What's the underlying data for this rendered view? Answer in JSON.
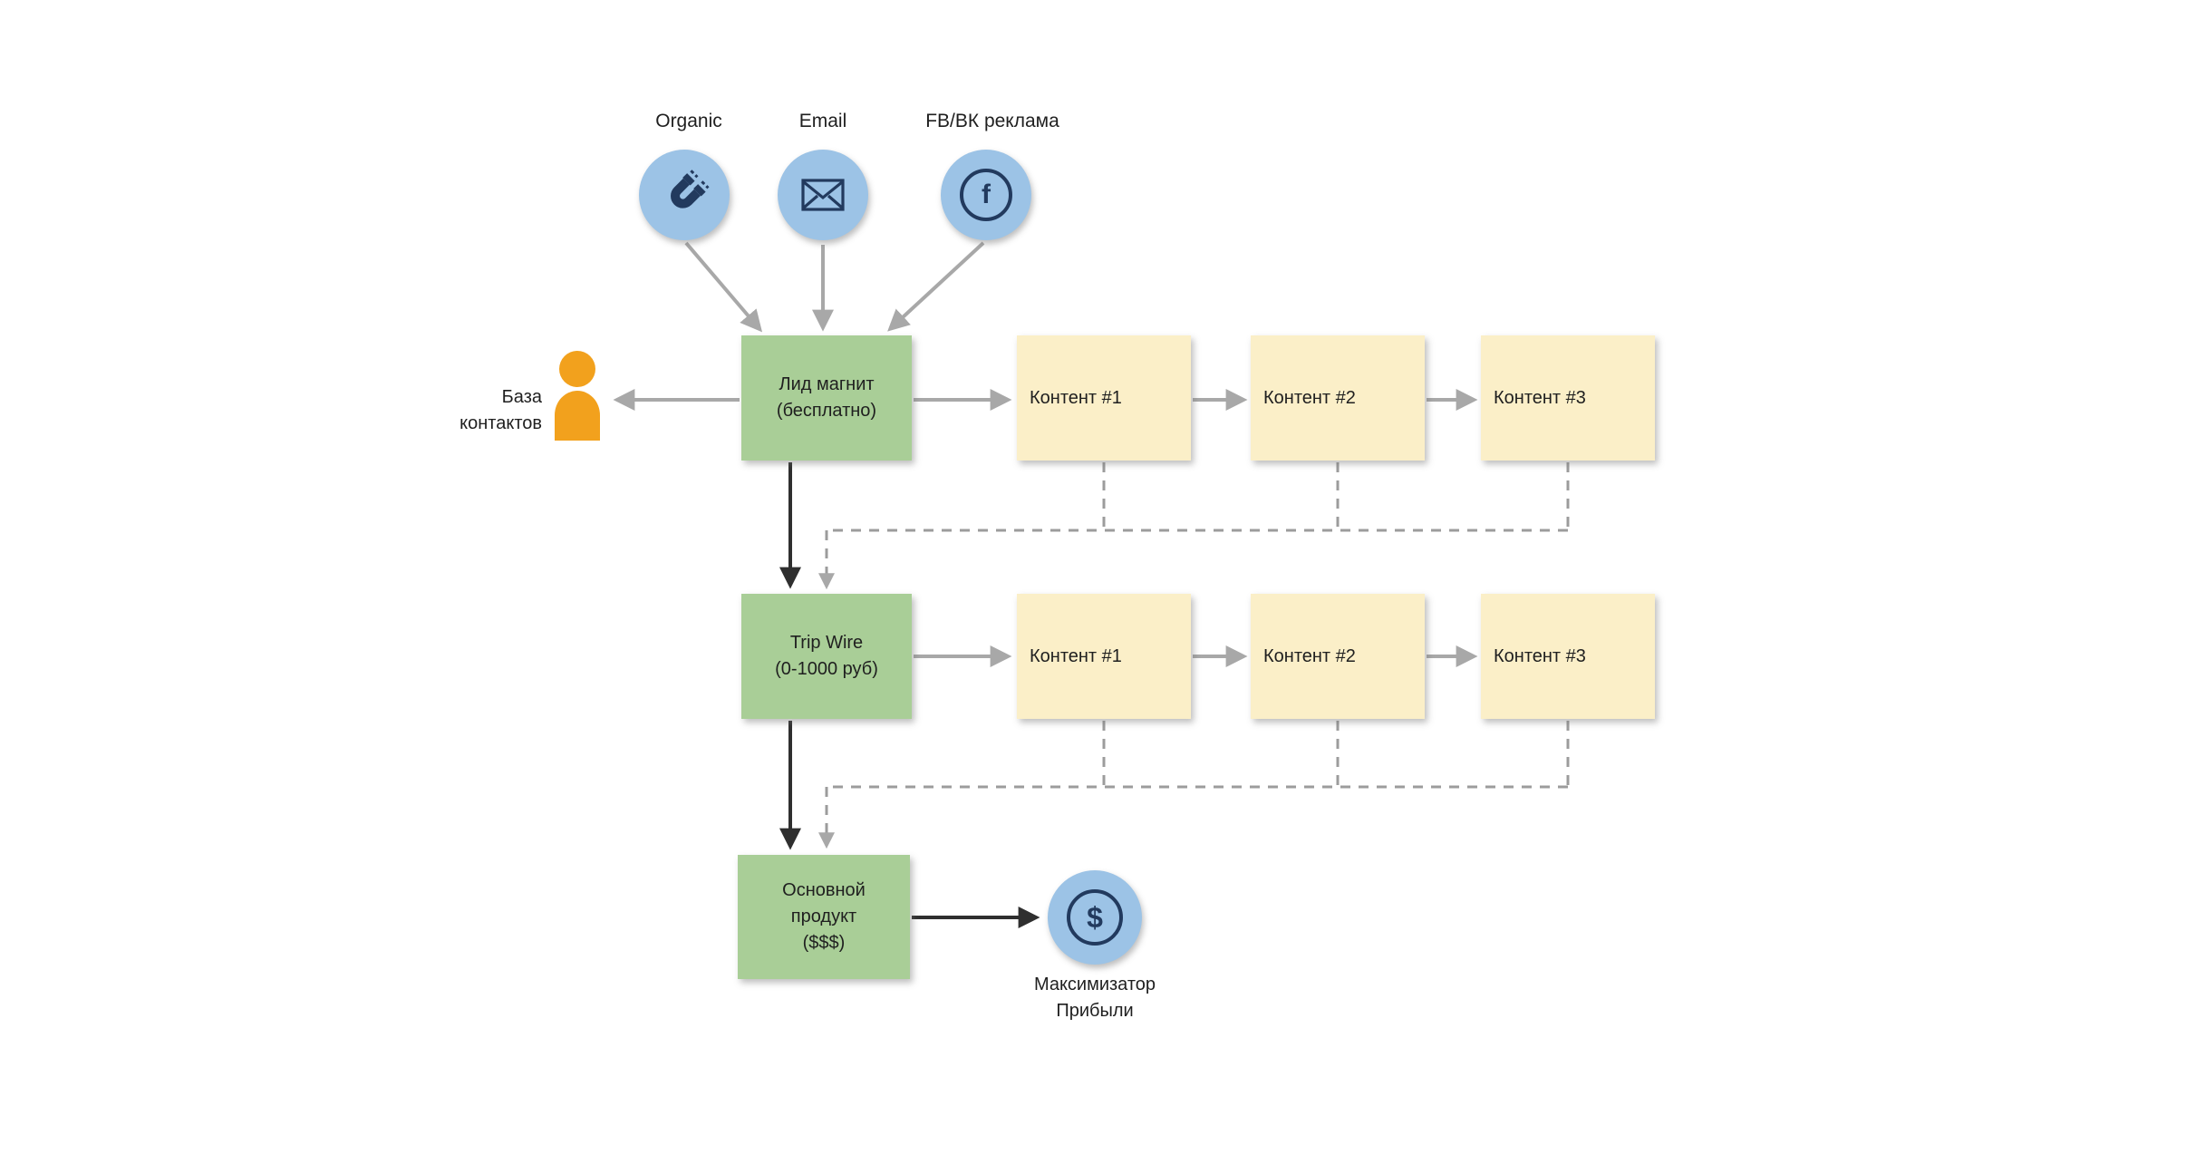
{
  "diagram": {
    "sources": [
      {
        "label": "Organic",
        "icon": "magnet-icon"
      },
      {
        "label": "Email",
        "icon": "envelope-icon"
      },
      {
        "label": "FB/ВК реклама",
        "icon": "facebook-icon",
        "glyph": "f"
      }
    ],
    "contacts": {
      "icon": "person-icon",
      "lines": [
        "База",
        "контактов"
      ]
    },
    "funnel": [
      {
        "id": "lead-magnet",
        "lines": [
          "Лид магнит",
          "(бесплатно)"
        ]
      },
      {
        "id": "trip-wire",
        "lines": [
          "Trip Wire",
          "(0-1000 руб)"
        ]
      },
      {
        "id": "main-product",
        "lines": [
          "Основной",
          "продукт",
          "($$$)"
        ]
      }
    ],
    "content_row1": [
      "Контент #1",
      "Контент #2",
      "Контент #3"
    ],
    "content_row2": [
      "Контент #1",
      "Контент #2",
      "Контент #3"
    ],
    "maximizer": {
      "icon": "dollar-icon",
      "glyph": "$",
      "lines": [
        "Максимизатор",
        "Прибыли"
      ]
    },
    "colors": {
      "node_green": "#a9ce97",
      "node_yellow": "#fbefc8",
      "node_blue": "#9cc3e6",
      "person_orange": "#f2a11d",
      "arrow_gray": "#a8a8a8",
      "arrow_dark": "#2f2f2f",
      "icon_navy": "#223a5e",
      "dash_gray": "#9c9c9c",
      "text_dark": "#1f1f1f"
    }
  }
}
